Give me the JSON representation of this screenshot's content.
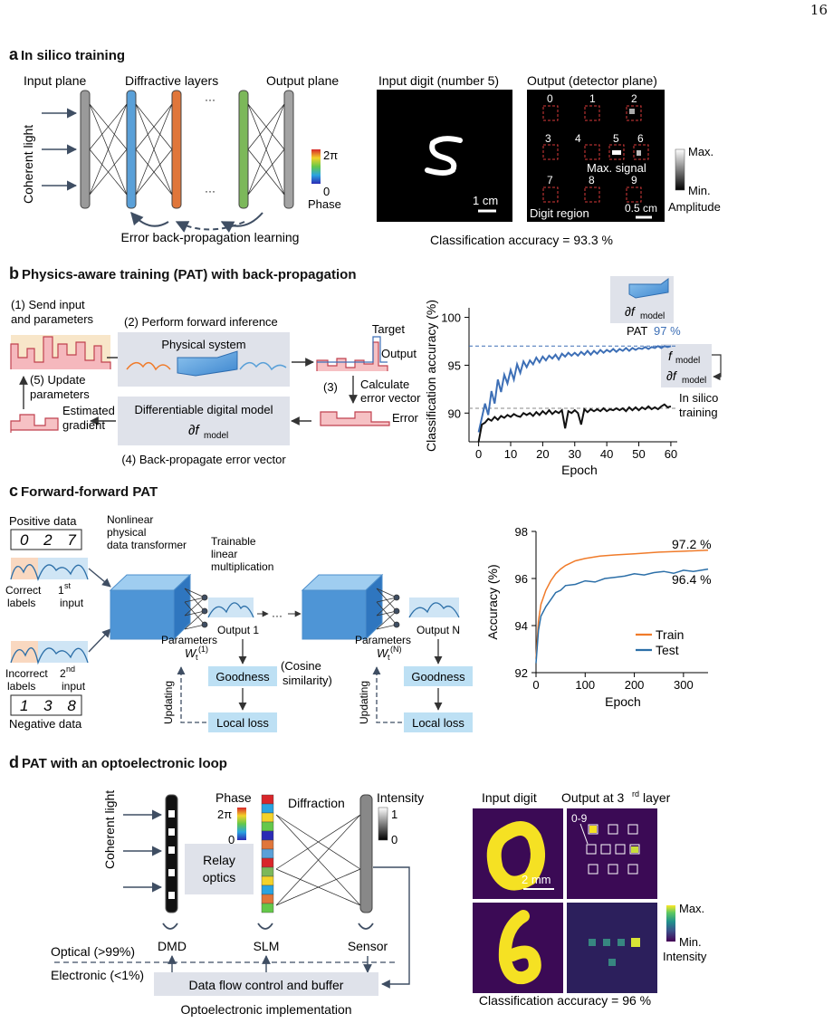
{
  "page_number": "16",
  "a": {
    "letter": "a",
    "title": "In silico training",
    "input_plane": "Input plane",
    "diffractive_layers": "Diffractive layers",
    "output_plane": "Output plane",
    "dots": "···",
    "coherent_light": "Coherent light",
    "phase_max": "2π",
    "phase_min": "0",
    "phase_label": "Phase",
    "backprop": "Error back-propagation learning",
    "input_digit_title": "Input digit (number 5)",
    "output_title": "Output (detector plane)",
    "digits": [
      "0",
      "1",
      "2",
      "3",
      "4",
      "5",
      "6",
      "7",
      "8",
      "9"
    ],
    "max_signal": "Max. signal",
    "digit_region": "Digit region",
    "scale_input": "1 cm",
    "scale_output": "0.5 cm",
    "amp_max": "Max.",
    "amp_min": "Min.",
    "amp_label": "Amplitude",
    "accuracy": "Classification accuracy = 93.3 %"
  },
  "b": {
    "letter": "b",
    "title": "Physics-aware training (PAT) with back-propagation",
    "step1a": "(1) Send input",
    "step1b": "and parameters",
    "step2": "(2) Perform forward inference",
    "physical_system": "Physical system",
    "target": "Target",
    "output": "Output",
    "step3a": "(3)",
    "step3b": "Calculate",
    "step3c": "error vector",
    "error": "Error",
    "step5a": "(5) Update",
    "step5b": "parameters",
    "est_a": "Estimated",
    "est_b": "gradient",
    "digital_model": "Differentiable digital model",
    "partial_f": "∂f",
    "model_sub": "model",
    "step4": "(4) Back-propagate error vector",
    "f_model": "f",
    "pat_label": "PAT",
    "pat_value": "97 %",
    "insilico_a": "In silico",
    "insilico_b": "training"
  },
  "b_chart": {
    "chart_data": {
      "type": "line",
      "xlabel": "Epoch",
      "ylabel": "Classification accuracy (%)",
      "xlim": [
        -3,
        62
      ],
      "ylim": [
        87,
        101
      ],
      "xticks": [
        "0",
        "10",
        "20",
        "30",
        "40",
        "50",
        "60"
      ],
      "yticks": [
        "90",
        "95",
        "100"
      ],
      "series": [
        {
          "name": "PAT",
          "color": "#3d6fb6",
          "x": [
            0,
            1,
            2,
            3,
            4,
            5,
            6,
            7,
            8,
            9,
            10,
            11,
            12,
            13,
            14,
            15,
            16,
            17,
            18,
            19,
            20,
            21,
            22,
            23,
            24,
            25,
            26,
            27,
            28,
            29,
            30,
            31,
            32,
            33,
            34,
            35,
            36,
            37,
            38,
            39,
            40,
            41,
            42,
            43,
            44,
            45,
            46,
            47,
            48,
            49,
            50,
            51,
            52,
            53,
            54,
            55,
            56,
            57,
            58,
            59,
            60
          ],
          "y": [
            88.0,
            89.5,
            91.0,
            89.8,
            92.3,
            91.0,
            93.5,
            92.2,
            94.0,
            93.1,
            94.5,
            93.5,
            95.1,
            94.2,
            95.4,
            94.8,
            95.5,
            95.1,
            95.8,
            95.3,
            95.9,
            95.5,
            96.0,
            95.7,
            96.1,
            95.6,
            96.2,
            95.9,
            96.3,
            96.0,
            96.3,
            96.0,
            96.4,
            96.1,
            96.5,
            96.1,
            96.5,
            96.2,
            96.6,
            96.3,
            96.6,
            96.4,
            96.7,
            96.4,
            96.7,
            96.5,
            96.8,
            96.5,
            96.8,
            96.6,
            96.8,
            96.7,
            96.9,
            96.7,
            96.9,
            96.8,
            97.0,
            96.8,
            97.0,
            96.9,
            97.0
          ]
        },
        {
          "name": "In silico training",
          "color": "#111111",
          "x": [
            0,
            1,
            2,
            3,
            4,
            5,
            6,
            7,
            8,
            9,
            10,
            11,
            12,
            13,
            14,
            15,
            16,
            17,
            18,
            19,
            20,
            21,
            22,
            23,
            24,
            25,
            26,
            27,
            28,
            29,
            30,
            31,
            32,
            33,
            34,
            35,
            36,
            37,
            38,
            39,
            40,
            41,
            42,
            43,
            44,
            45,
            46,
            47,
            48,
            49,
            50,
            51,
            52,
            53,
            54,
            55,
            56,
            57,
            58,
            59,
            60
          ],
          "y": [
            87.0,
            88.8,
            89.0,
            89.4,
            89.2,
            89.6,
            89.3,
            89.7,
            89.5,
            89.8,
            89.6,
            89.9,
            89.7,
            89.6,
            90.0,
            89.8,
            90.0,
            89.7,
            90.1,
            89.8,
            90.2,
            89.9,
            90.3,
            89.9,
            90.2,
            90.0,
            90.3,
            88.4,
            90.2,
            90.0,
            90.3,
            90.0,
            88.8,
            90.4,
            90.1,
            90.4,
            90.2,
            90.4,
            90.2,
            90.5,
            90.2,
            90.4,
            90.3,
            90.5,
            90.3,
            90.5,
            90.2,
            90.6,
            90.3,
            90.6,
            90.3,
            90.6,
            90.4,
            90.7,
            90.4,
            90.6,
            90.4,
            90.7,
            90.9,
            90.6,
            90.7
          ]
        }
      ],
      "reference_lines": [
        {
          "y": 97.0,
          "color": "#3d6fb6"
        },
        {
          "y": 90.5,
          "color": "#888888"
        }
      ],
      "grid": false
    }
  },
  "c": {
    "letter": "c",
    "title": "Forward-forward PAT",
    "positive_data": "Positive data",
    "positive_digits": "0 2 7",
    "nonlinear_a": "Nonlinear",
    "nonlinear_b": "physical",
    "nonlinear_c": "data transformer",
    "trainable_a": "Trainable",
    "trainable_b": "linear",
    "trainable_c": "multiplication",
    "correct_a": "Correct",
    "correct_b": "labels",
    "first_a": "1",
    "first_sup": "st",
    "first_b": "input",
    "incorrect_a": "Incorrect",
    "incorrect_b": "labels",
    "second_a": "2",
    "second_sup": "nd",
    "second_b": "input",
    "negative_digits": "1 3 8",
    "negative_data": "Negative data",
    "output1": "Output 1",
    "outputN": "Output N",
    "dots": "···",
    "params": "Parameters",
    "w1": "W",
    "w_sub": "t",
    "w_sup1": "(1)",
    "w_supN": "(N)",
    "goodness": "Goodness",
    "cosine_a": "(Cosine",
    "cosine_b": "similarity)",
    "local_loss": "Local loss",
    "updating": "Updating"
  },
  "c_chart": {
    "chart_data": {
      "type": "line",
      "xlabel": "Epoch",
      "ylabel": "Accuracy (%)",
      "xlim": [
        0,
        350
      ],
      "ylim": [
        92,
        98
      ],
      "xticks": [
        "0",
        "100",
        "200",
        "300"
      ],
      "xtick_values": [
        0,
        100,
        200,
        300
      ],
      "yticks": [
        "92",
        "94",
        "96",
        "98"
      ],
      "ytick_values": [
        92,
        94,
        96,
        98
      ],
      "legend": "bottom-right",
      "annotations": [
        "97.2 %",
        "96.4 %"
      ],
      "series": [
        {
          "name": "Train",
          "color": "#f07b2a",
          "x": [
            0,
            5,
            10,
            20,
            30,
            40,
            50,
            60,
            80,
            100,
            130,
            160,
            200,
            250,
            300,
            350
          ],
          "y": [
            92.6,
            94.2,
            94.9,
            95.5,
            95.9,
            96.2,
            96.4,
            96.55,
            96.75,
            96.85,
            96.95,
            97.0,
            97.05,
            97.12,
            97.16,
            97.2
          ]
        },
        {
          "name": "Test",
          "color": "#2c6fa8",
          "x": [
            0,
            5,
            10,
            20,
            30,
            40,
            50,
            60,
            80,
            100,
            120,
            140,
            160,
            180,
            200,
            220,
            240,
            260,
            280,
            300,
            320,
            350
          ],
          "y": [
            92.4,
            93.8,
            94.4,
            94.8,
            95.1,
            95.4,
            95.5,
            95.7,
            95.75,
            95.9,
            95.85,
            96.0,
            96.05,
            96.1,
            96.2,
            96.15,
            96.25,
            96.3,
            96.22,
            96.35,
            96.3,
            96.4
          ]
        }
      ],
      "grid": false
    }
  },
  "d": {
    "letter": "d",
    "title": "PAT with an optoelectronic loop",
    "coherent_light": "Coherent light",
    "phase": "Phase",
    "phase_max": "2π",
    "phase_min": "0",
    "diffraction": "Diffraction",
    "intensity": "Intensity",
    "int_max": "1",
    "int_min": "0",
    "relay_a": "Relay",
    "relay_b": "optics",
    "dmd": "DMD",
    "slm": "SLM",
    "sensor": "Sensor",
    "optical": "Optical (>99%)",
    "electronic": "Electronic (<1%)",
    "dataflow": "Data flow control and buffer",
    "opto_impl": "Optoelectronic implementation",
    "input_digit": "Input digit",
    "output_third": "Output at 3",
    "third_sup": "rd",
    "layer_word": "layer",
    "label_09": "0-9",
    "scale": "2 mm",
    "max": "Max.",
    "min": "Min.",
    "intensity2": "Intensity",
    "accuracy": "Classification accuracy = 96 %"
  }
}
